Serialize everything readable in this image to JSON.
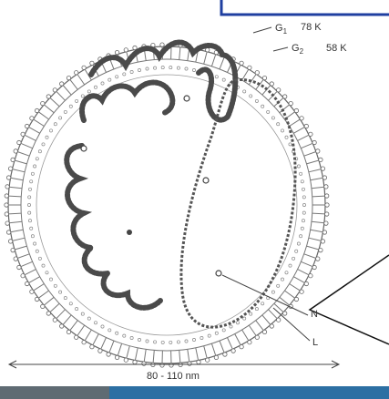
{
  "labels": {
    "g1": "G",
    "g1_sub": "1",
    "g1_weight": "78 K",
    "g2": "G",
    "g2_sub": "2",
    "g2_weight": "58 K",
    "n": "N",
    "l": "L",
    "scale": "80 - 110 nm"
  },
  "colors": {
    "header_border": "#1f3fa0",
    "bottom_band": "#2c6fa3",
    "line": "#444444",
    "rna": "#4a4a4a"
  }
}
